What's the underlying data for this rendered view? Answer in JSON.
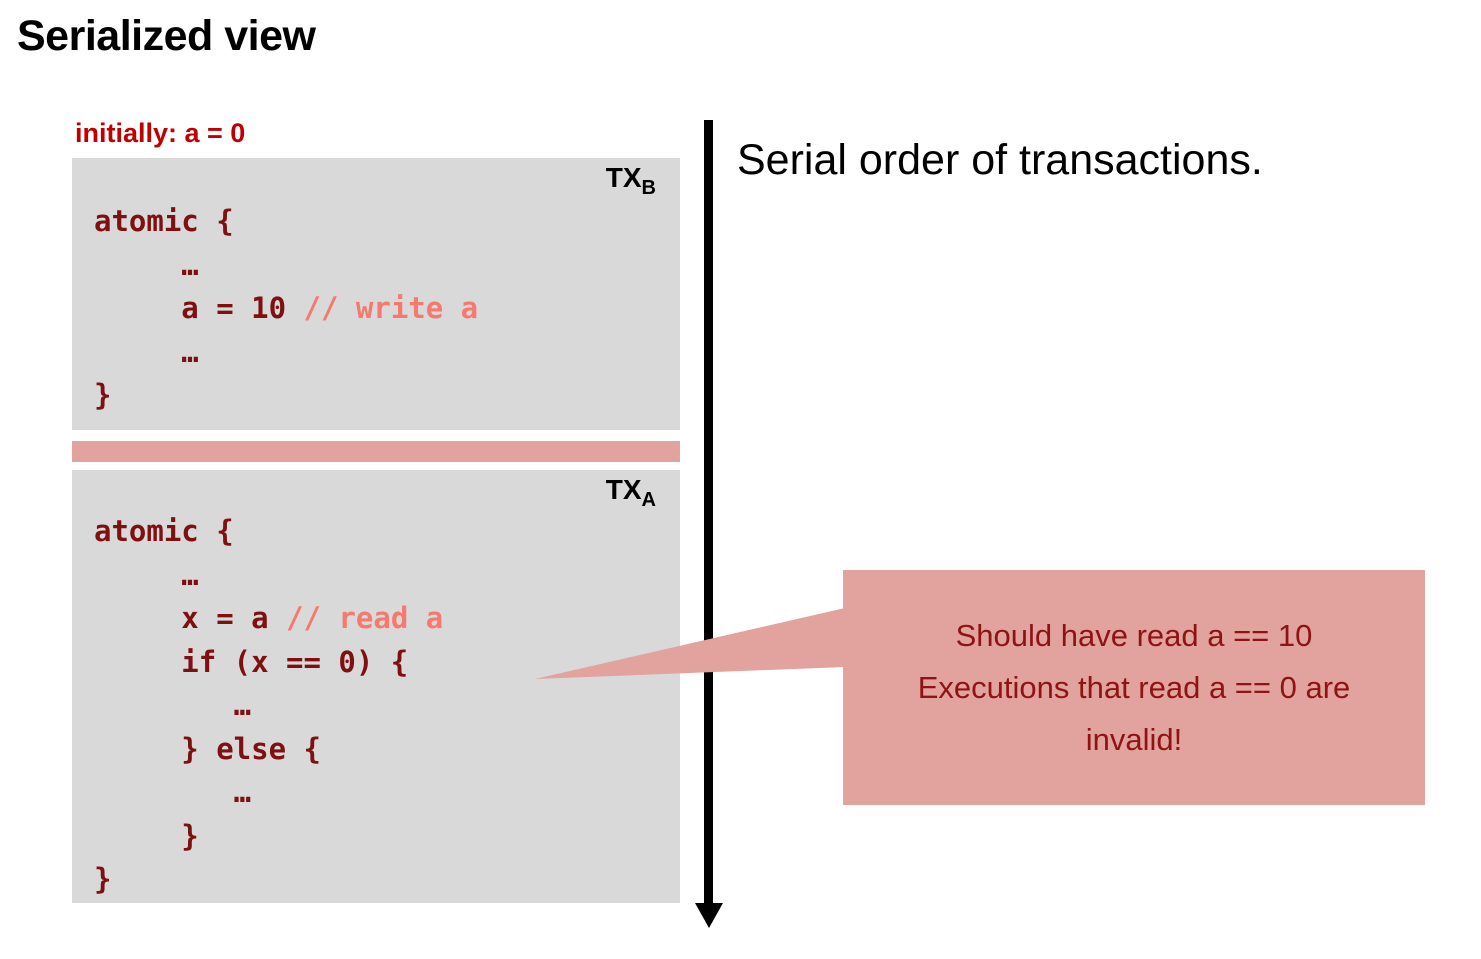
{
  "slide_title": "Serialized view",
  "initial_condition": "initially: a = 0",
  "serial_order_caption": "Serial order of transactions.",
  "colors": {
    "box_gray": "#D9D9D9",
    "pink": "#E2A29E",
    "code_red": "#7E1012",
    "comment_coral": "#F4796F",
    "bright_red": "#C00000",
    "callout_red": "#8E1414",
    "black": "#000000"
  },
  "tx_b": {
    "label_base": "TX",
    "label_sub": "B",
    "code_lines": [
      {
        "code": "atomic {",
        "comment": ""
      },
      {
        "code": "     …",
        "comment": ""
      },
      {
        "code": "     a = 10 ",
        "comment": "// write a"
      },
      {
        "code": "     …",
        "comment": ""
      },
      {
        "code": "}",
        "comment": ""
      }
    ]
  },
  "tx_a": {
    "label_base": "TX",
    "label_sub": "A",
    "code_lines": [
      {
        "code": "atomic {",
        "comment": ""
      },
      {
        "code": "     …",
        "comment": ""
      },
      {
        "code": "     x = a ",
        "comment": "// read a"
      },
      {
        "code": "     if (x == 0) {",
        "comment": ""
      },
      {
        "code": "        …",
        "comment": ""
      },
      {
        "code": "     } else {",
        "comment": ""
      },
      {
        "code": "        …",
        "comment": ""
      },
      {
        "code": "     }",
        "comment": ""
      },
      {
        "code": "}",
        "comment": ""
      }
    ]
  },
  "callout": {
    "lines": [
      "Should have read a == 10",
      "Executions that read a == 0 are",
      "invalid!"
    ]
  }
}
